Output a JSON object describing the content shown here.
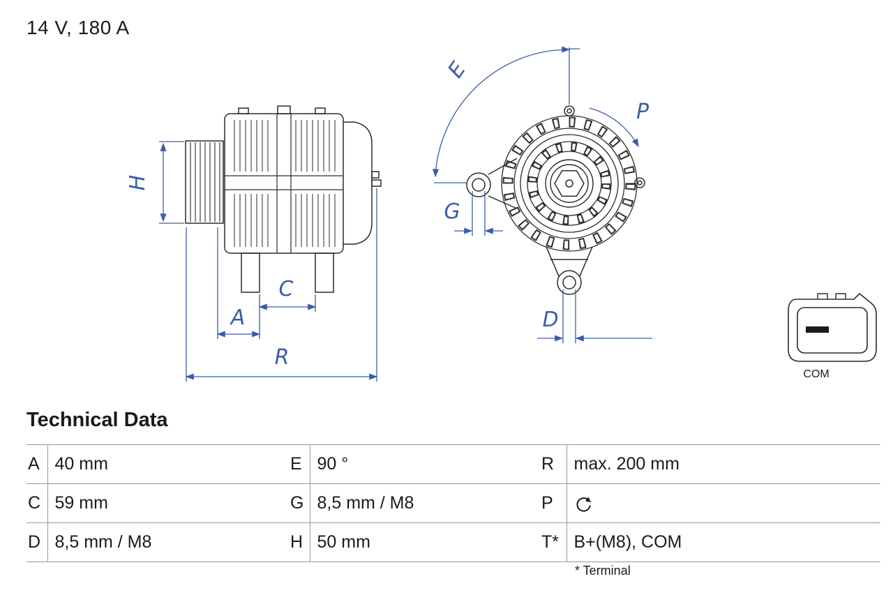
{
  "header": {
    "rating": "14 V, 180 A"
  },
  "colors": {
    "dimension_blue": "#3a5da8",
    "drawing_line": "#2a2a2a",
    "table_line": "#979797",
    "text": "#1a1a1a"
  },
  "diagram": {
    "dimension_labels": {
      "H": "H",
      "A": "A",
      "C": "C",
      "R": "R",
      "E": "E",
      "G": "G",
      "D": "D",
      "P": "P"
    },
    "connector_label": "COM"
  },
  "technical_data": {
    "title": "Technical Data",
    "rows": [
      [
        {
          "key": "A",
          "value": "40 mm"
        },
        {
          "key": "E",
          "value": "90 °"
        },
        {
          "key": "R",
          "value": "max. 200 mm"
        }
      ],
      [
        {
          "key": "C",
          "value": "59 mm"
        },
        {
          "key": "G",
          "value": "8,5 mm / M8"
        },
        {
          "key": "P",
          "value": "",
          "icon": "rotation-direction-icon"
        }
      ],
      [
        {
          "key": "D",
          "value": "8,5 mm / M8"
        },
        {
          "key": "H",
          "value": "50 mm"
        },
        {
          "key": "T*",
          "value": "B+(M8), COM"
        }
      ]
    ],
    "footnote": "* Terminal"
  }
}
